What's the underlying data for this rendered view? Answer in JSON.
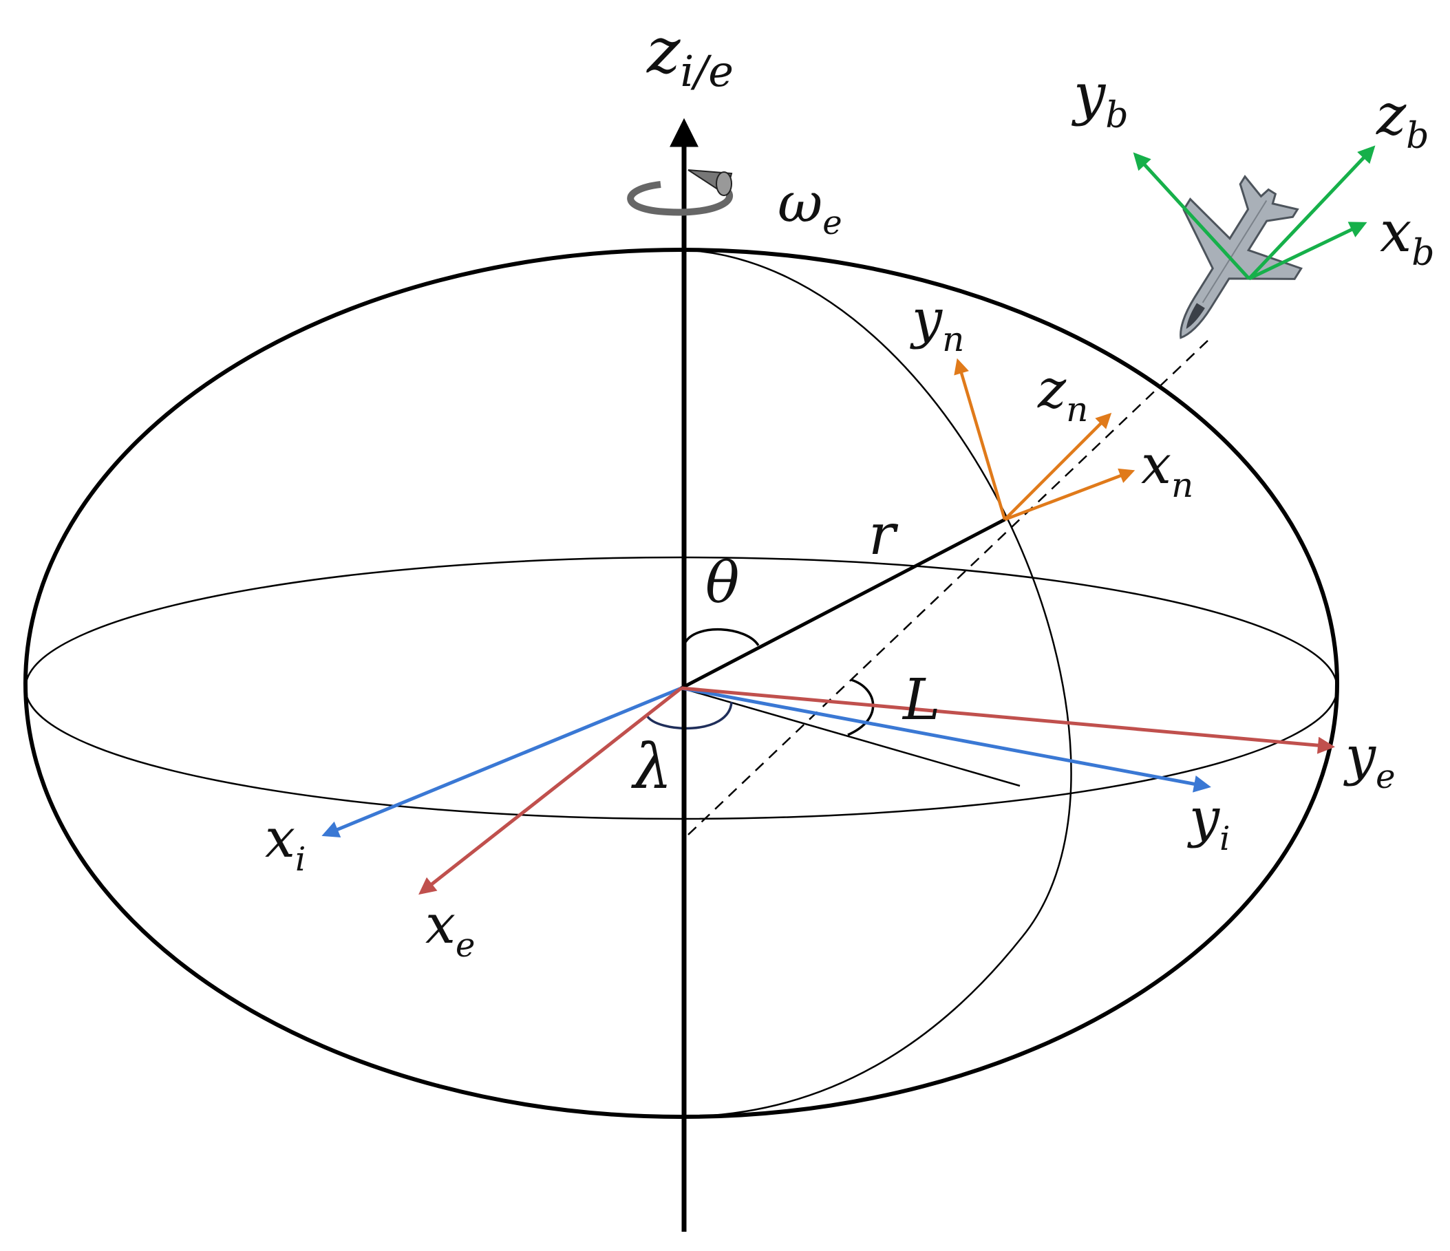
{
  "colors": {
    "earth": "#000000",
    "inertial": "#3a78d4",
    "ecef": "#c0504d",
    "navigation": "#e07a1a",
    "body": "#16b04a",
    "rotation_arrow": "#666666"
  },
  "icons": {
    "aircraft": "fighter-jet-icon",
    "rotation": "rotation-arrow-icon"
  },
  "labels": {
    "z_ie": {
      "base": "z",
      "sub": "i/e"
    },
    "omega_e": {
      "base": "ω",
      "sub": "e"
    },
    "y_b": {
      "base": "y",
      "sub": "b"
    },
    "z_b": {
      "base": "z",
      "sub": "b"
    },
    "x_b": {
      "base": "x",
      "sub": "b"
    },
    "y_n": {
      "base": "y",
      "sub": "n"
    },
    "z_n": {
      "base": "z",
      "sub": "n"
    },
    "x_n": {
      "base": "x",
      "sub": "n"
    },
    "r": {
      "base": "r"
    },
    "theta": {
      "base": "θ"
    },
    "L": {
      "base": "L"
    },
    "lambda": {
      "base": "λ"
    },
    "y_e": {
      "base": "y",
      "sub": "e"
    },
    "y_i": {
      "base": "y",
      "sub": "i"
    },
    "x_i": {
      "base": "x",
      "sub": "i"
    },
    "x_e": {
      "base": "x",
      "sub": "e"
    }
  }
}
